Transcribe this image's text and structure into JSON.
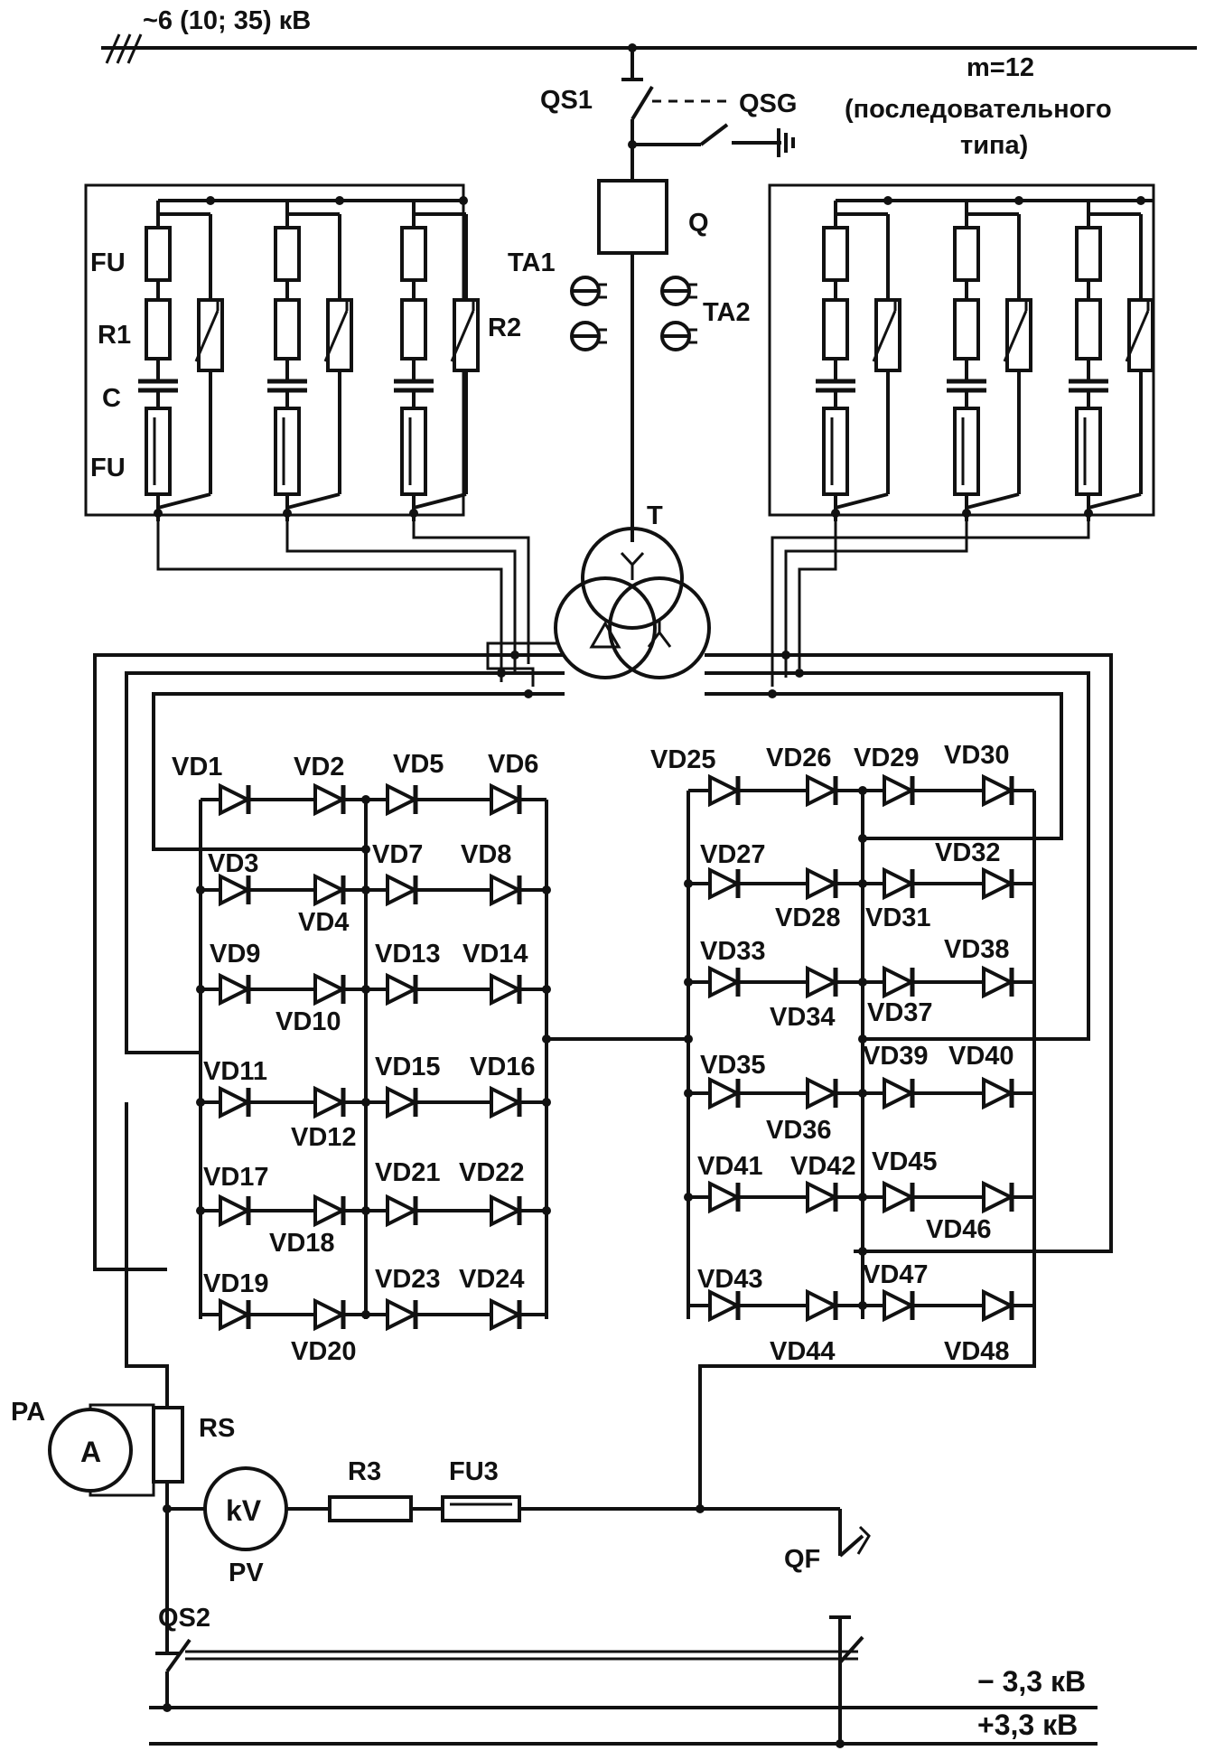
{
  "header": {
    "supply_voltage": "~6 (10; 35) кВ",
    "pulse_number": "m=12",
    "pulse_type_line1": "(последовательного",
    "pulse_type_line2": "типа)"
  },
  "hv_side": {
    "disconnector": "QS1",
    "earthing_switch": "QSG",
    "breaker": "Q",
    "current_transformer_1": "TA1",
    "current_transformer_2": "TA2",
    "transformer": "T"
  },
  "rc_snubber": {
    "fuse": "FU",
    "resistor": "R1",
    "capacitor": "C",
    "fuse_lower": "FU",
    "varistor": "R2"
  },
  "left_bridge": {
    "rows": [
      [
        "VD1",
        "VD2",
        "VD5",
        "VD6"
      ],
      [
        "VD3",
        "VD4",
        "VD7",
        "VD8"
      ],
      [
        "VD9",
        "VD10",
        "VD13",
        "VD14"
      ],
      [
        "VD11",
        "VD12",
        "VD15",
        "VD16"
      ],
      [
        "VD17",
        "VD18",
        "VD21",
        "VD22"
      ],
      [
        "VD19",
        "VD20",
        "VD23",
        "VD24"
      ]
    ]
  },
  "right_bridge": {
    "rows": [
      [
        "VD25",
        "VD26",
        "VD29",
        "VD30"
      ],
      [
        "VD27",
        "VD28",
        "VD31",
        "VD32"
      ],
      [
        "VD33",
        "VD34",
        "VD37",
        "VD38"
      ],
      [
        "VD35",
        "VD36",
        "VD39",
        "VD40"
      ],
      [
        "VD41",
        "VD42",
        "VD45",
        "VD46"
      ],
      [
        "VD43",
        "VD44",
        "VD47",
        "VD48"
      ]
    ]
  },
  "dc_side": {
    "ammeter_name": "PA",
    "ammeter_symbol": "A",
    "shunt": "RS",
    "voltmeter_symbol": "kV",
    "voltmeter_name": "PV",
    "resistor": "R3",
    "fuse": "FU3",
    "breaker": "QF",
    "disconnector": "QS2",
    "negative_bus": "− 3,3 кВ",
    "positive_bus": "+3,3 кВ"
  }
}
